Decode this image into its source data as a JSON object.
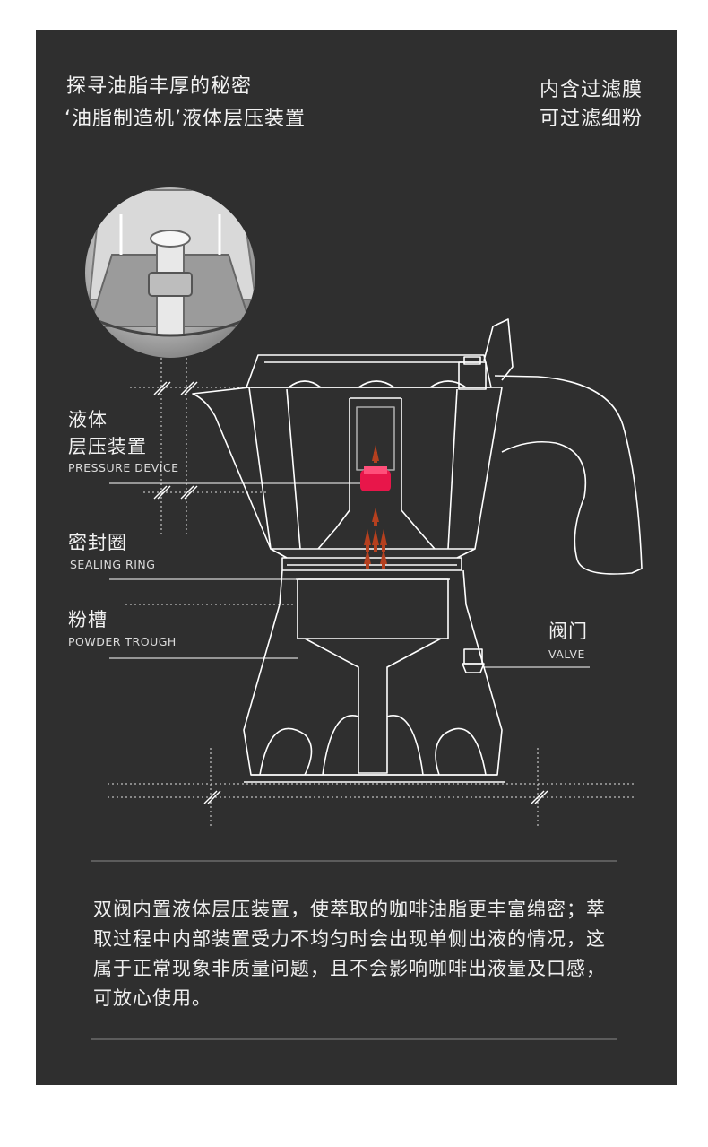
{
  "header": {
    "left_line1": "探寻油脂丰厚的秘密",
    "left_line2": "‘油脂制造机’液体层压装置",
    "right_line1": "内含过滤膜",
    "right_line2": "可过滤细粉"
  },
  "labels": {
    "pressure": {
      "cn_line1": "液体",
      "cn_line2": "层压装置",
      "en": "PRESSURE DEVICE"
    },
    "sealing": {
      "cn": "密封圈",
      "en": "SEALING RING"
    },
    "powder": {
      "cn": "粉槽",
      "en": "POWDER TROUGH"
    },
    "valve": {
      "cn": "阀门",
      "en": "VALVE"
    }
  },
  "description": "双阀内置液体层压装置，使萃取的咖啡油脂更丰富绵密；萃取过程中内部装置受力不均匀时会出现单侧出液的情况，这属于正常现象非质量问题，且不会影响咖啡出液量及口感，可放心使用。",
  "colors": {
    "background": "#2f2f2f",
    "line": "#ffffff",
    "pressure_highlight": "#e8164a",
    "flow_arrows": "#b5401f"
  },
  "icons": [
    "moka-pot-diagram",
    "pressure-device-closeup",
    "flow-arrow-icon",
    "dimension-tick-icon"
  ]
}
